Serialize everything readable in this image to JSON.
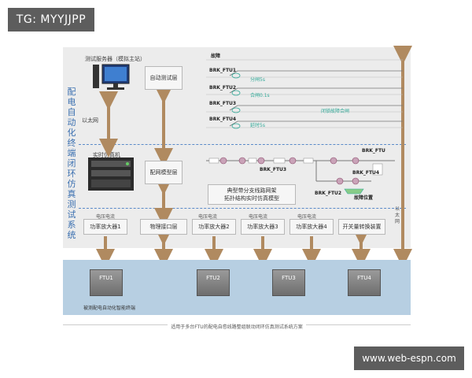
{
  "watermarks": {
    "top": "TG: MYYJJPP",
    "bottom": "www.web-espn.com"
  },
  "sidebar_title": "配电自动化终端闭环仿真测试系统",
  "right_vertical_label": "以太网",
  "server_label": "测试服务器（模拟主站）",
  "ethernet_label": "以太网",
  "simulator_label": "实时仿真机",
  "boxes": {
    "auto_test": "自动测试层",
    "grid_model": "配网模型层",
    "typical_model": "典型带分支线路网架\n拓扑结构实时仿真模型",
    "physical_interface": "物理接口层"
  },
  "amplifiers": [
    "功率放大器1",
    "功率放大器2",
    "功率放大器3",
    "功率放大器4"
  ],
  "switch_device": "开关量转换装置",
  "voltage_current_label": "电压电流",
  "waveforms": {
    "title": "故障",
    "traces": [
      {
        "name": "BRK_FTU1",
        "note": "分闸5s"
      },
      {
        "name": "BRK_FTU2",
        "note": "合闸0.1s"
      },
      {
        "name": "BRK_FTU3",
        "note": "闭锁故障合闸"
      },
      {
        "name": "BRK_FTU4",
        "note": "延时5s"
      }
    ]
  },
  "network_labels": {
    "brk_ftu": "BRK_FTU",
    "brk_ftu3": "BRK_FTU3",
    "brk_ftu4": "BRK_FTU4",
    "brk_ftu2": "BRK_FTU2",
    "fault_location": "故障位置"
  },
  "ftus": [
    "FTU1",
    "FTU2",
    "FTU3",
    "FTU4"
  ],
  "bottom_label": "被测配电自动化智能终端",
  "caption": "适用于多台FTU的配电自愈线路整组联动闭环仿真测试系统方案"
}
